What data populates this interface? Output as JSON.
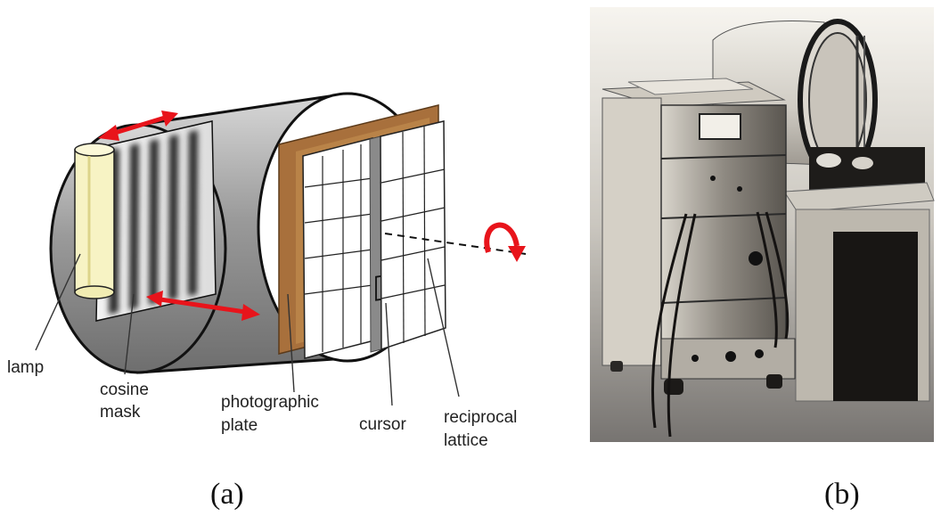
{
  "panel_a": {
    "caption": "(a)",
    "labels": {
      "lamp": "lamp",
      "cosine_line1": "cosine",
      "cosine_line2": "mask",
      "plate_line1": "photographic",
      "plate_line2": "plate",
      "cursor": "cursor",
      "reciprocal_line1": "reciprocal",
      "reciprocal_line2": "lattice"
    },
    "colors": {
      "arrow": "#e8141b",
      "lamp": "#f7f3c4",
      "plate_frame": "#a8703c",
      "drum": "#9a9a9a"
    }
  },
  "panel_b": {
    "caption": "(b)"
  }
}
